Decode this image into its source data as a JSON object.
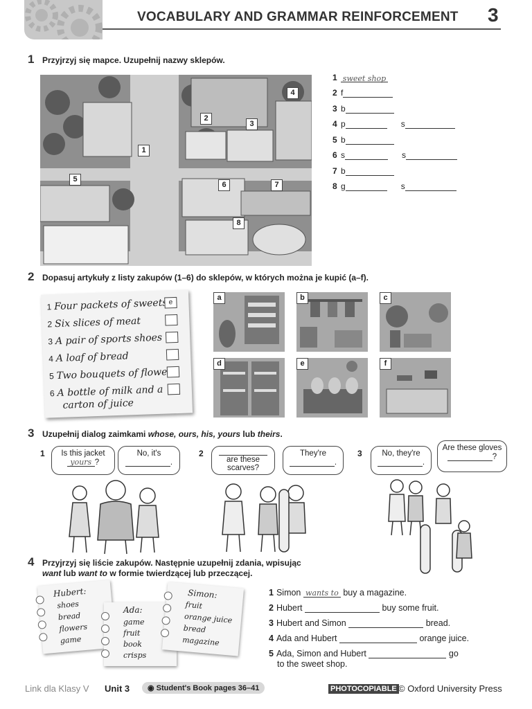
{
  "header": {
    "title": "VOCABULARY AND GRAMMAR REINFORCEMENT",
    "number": "3"
  },
  "ex1": {
    "num": "1",
    "instruction": "Przyjrzyj się mapce. Uzupełnij nazwy sklepów.",
    "map_labels": [
      "1",
      "2",
      "3",
      "4",
      "5",
      "6",
      "7",
      "8"
    ],
    "answers": [
      {
        "n": "1",
        "a": "",
        "filled": "sweet shop",
        "b": ""
      },
      {
        "n": "2",
        "a": "f",
        "filled": "",
        "b": ""
      },
      {
        "n": "3",
        "a": "b",
        "filled": "",
        "b": ""
      },
      {
        "n": "4",
        "a": "p",
        "filled": "",
        "b": "s"
      },
      {
        "n": "5",
        "a": "b",
        "filled": "",
        "b": ""
      },
      {
        "n": "6",
        "a": "s",
        "filled": "",
        "b": "s"
      },
      {
        "n": "7",
        "a": "b",
        "filled": "",
        "b": ""
      },
      {
        "n": "8",
        "a": "g",
        "filled": "",
        "b": "s"
      }
    ]
  },
  "ex2": {
    "num": "2",
    "instruction": "Dopasuj artykuły z listy zakupów (1–6) do sklepów, w których można je kupić (a–f).",
    "items": [
      {
        "n": "1",
        "text": "Four packets of sweets",
        "answer": "e"
      },
      {
        "n": "2",
        "text": "Six slices of meat",
        "answer": ""
      },
      {
        "n": "3",
        "text": "A pair of sports shoes",
        "answer": ""
      },
      {
        "n": "4",
        "text": "A loaf of bread",
        "answer": ""
      },
      {
        "n": "5",
        "text": "Two bouquets of flowers",
        "answer": ""
      },
      {
        "n": "6",
        "text": "A bottle of milk and a",
        "text2": "carton of juice",
        "answer": ""
      }
    ],
    "pictures": [
      "a",
      "b",
      "c",
      "d",
      "e",
      "f"
    ]
  },
  "ex3": {
    "num": "3",
    "instruction_pre": "Uzupełnij dialog zaimkami ",
    "instruction_em": "whose, ours, his, yours",
    "instruction_mid": " lub ",
    "instruction_em2": "theirs",
    "instruction_post": ".",
    "d1": {
      "n": "1",
      "q": "Is this jacket",
      "q_filled": "yours",
      "q_end": "?",
      "a": "No, it's"
    },
    "d2": {
      "n": "2",
      "q": "are these scarves?",
      "a": "They're"
    },
    "d3": {
      "n": "3",
      "a": "No, they're",
      "q": "Are these gloves",
      "q_end": "?"
    }
  },
  "ex4": {
    "num": "4",
    "instruction1": "Przyjrzyj się liście zakupów. Następnie uzupełnij zdania, wpisując",
    "instruction2_em": "want",
    "instruction2_mid": " lub ",
    "instruction2_em2": "want to",
    "instruction2_post": " w formie twierdzącej lub przeczącej.",
    "lists": [
      {
        "name": "Hubert:",
        "items": [
          "shoes",
          "bread",
          "flowers",
          "game"
        ]
      },
      {
        "name": "Ada:",
        "items": [
          "game",
          "fruit",
          "book",
          "crisps"
        ]
      },
      {
        "name": "Simon:",
        "items": [
          "fruit",
          "orange juice",
          "bread",
          "magazine"
        ]
      }
    ],
    "sentences": [
      {
        "n": "1",
        "pre": "Simon",
        "filled": "wants to",
        "post": "buy a magazine."
      },
      {
        "n": "2",
        "pre": "Hubert",
        "filled": "",
        "post": "buy some fruit."
      },
      {
        "n": "3",
        "pre": "Hubert and Simon",
        "filled": "",
        "post": "bread."
      },
      {
        "n": "4",
        "pre": "Ada and Hubert",
        "filled": "",
        "post": "orange juice."
      },
      {
        "n": "5",
        "pre": "Ada, Simon and Hubert",
        "filled": "",
        "post": "go",
        "post2": "to the sweet shop."
      }
    ]
  },
  "footer": {
    "course": "Link dla Klasy V",
    "unit": "Unit 3",
    "pages": "Student's Book pages 36–41",
    "photocopiable": "PHOTOCOPIABLE",
    "publisher": "© Oxford University Press"
  }
}
